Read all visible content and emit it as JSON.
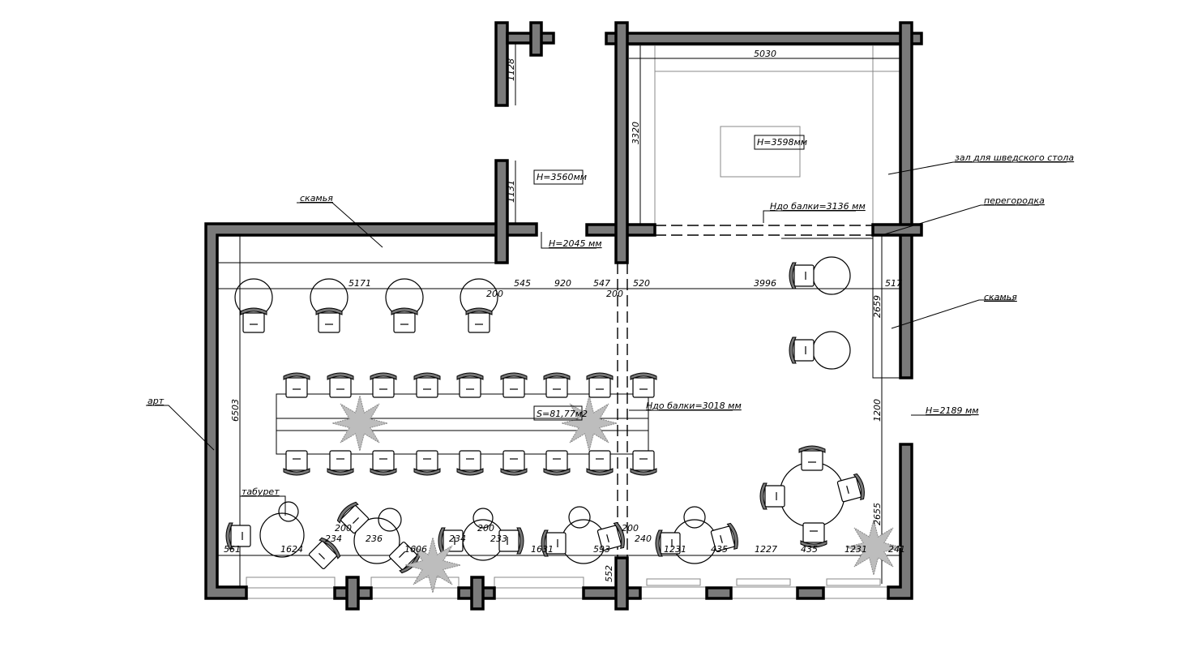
{
  "labels": {
    "bench_top": "скамья",
    "art": "арт",
    "stool": "табурет",
    "buffet_hall": "зал для шведского стола",
    "partition": "перегородка",
    "bench_right": "скамья",
    "h_3560": "H=3560мм",
    "h_2045": "H=2045 мм",
    "h_3598": "H=3598мм",
    "beam_3136": "Hдо балки=3136 мм",
    "beam_3018": "Hдо балки=3018 мм",
    "h_2189": "H=2189 мм",
    "area": "S=81,77м2"
  },
  "dims_top": [
    "5171",
    "200",
    "545",
    "920",
    "547",
    "200",
    "520",
    "3996",
    "517"
  ],
  "dims_vertical": [
    "1128",
    "1131",
    "3320",
    "5030",
    "6503",
    "2659",
    "1200",
    "2655",
    "552"
  ],
  "dims_bottom": [
    "561",
    "1624",
    "234",
    "200",
    "236",
    "1606",
    "234",
    "200",
    "233",
    "1631",
    "593",
    "200",
    "240",
    "1231",
    "435",
    "1227",
    "435",
    "1231",
    "241"
  ]
}
